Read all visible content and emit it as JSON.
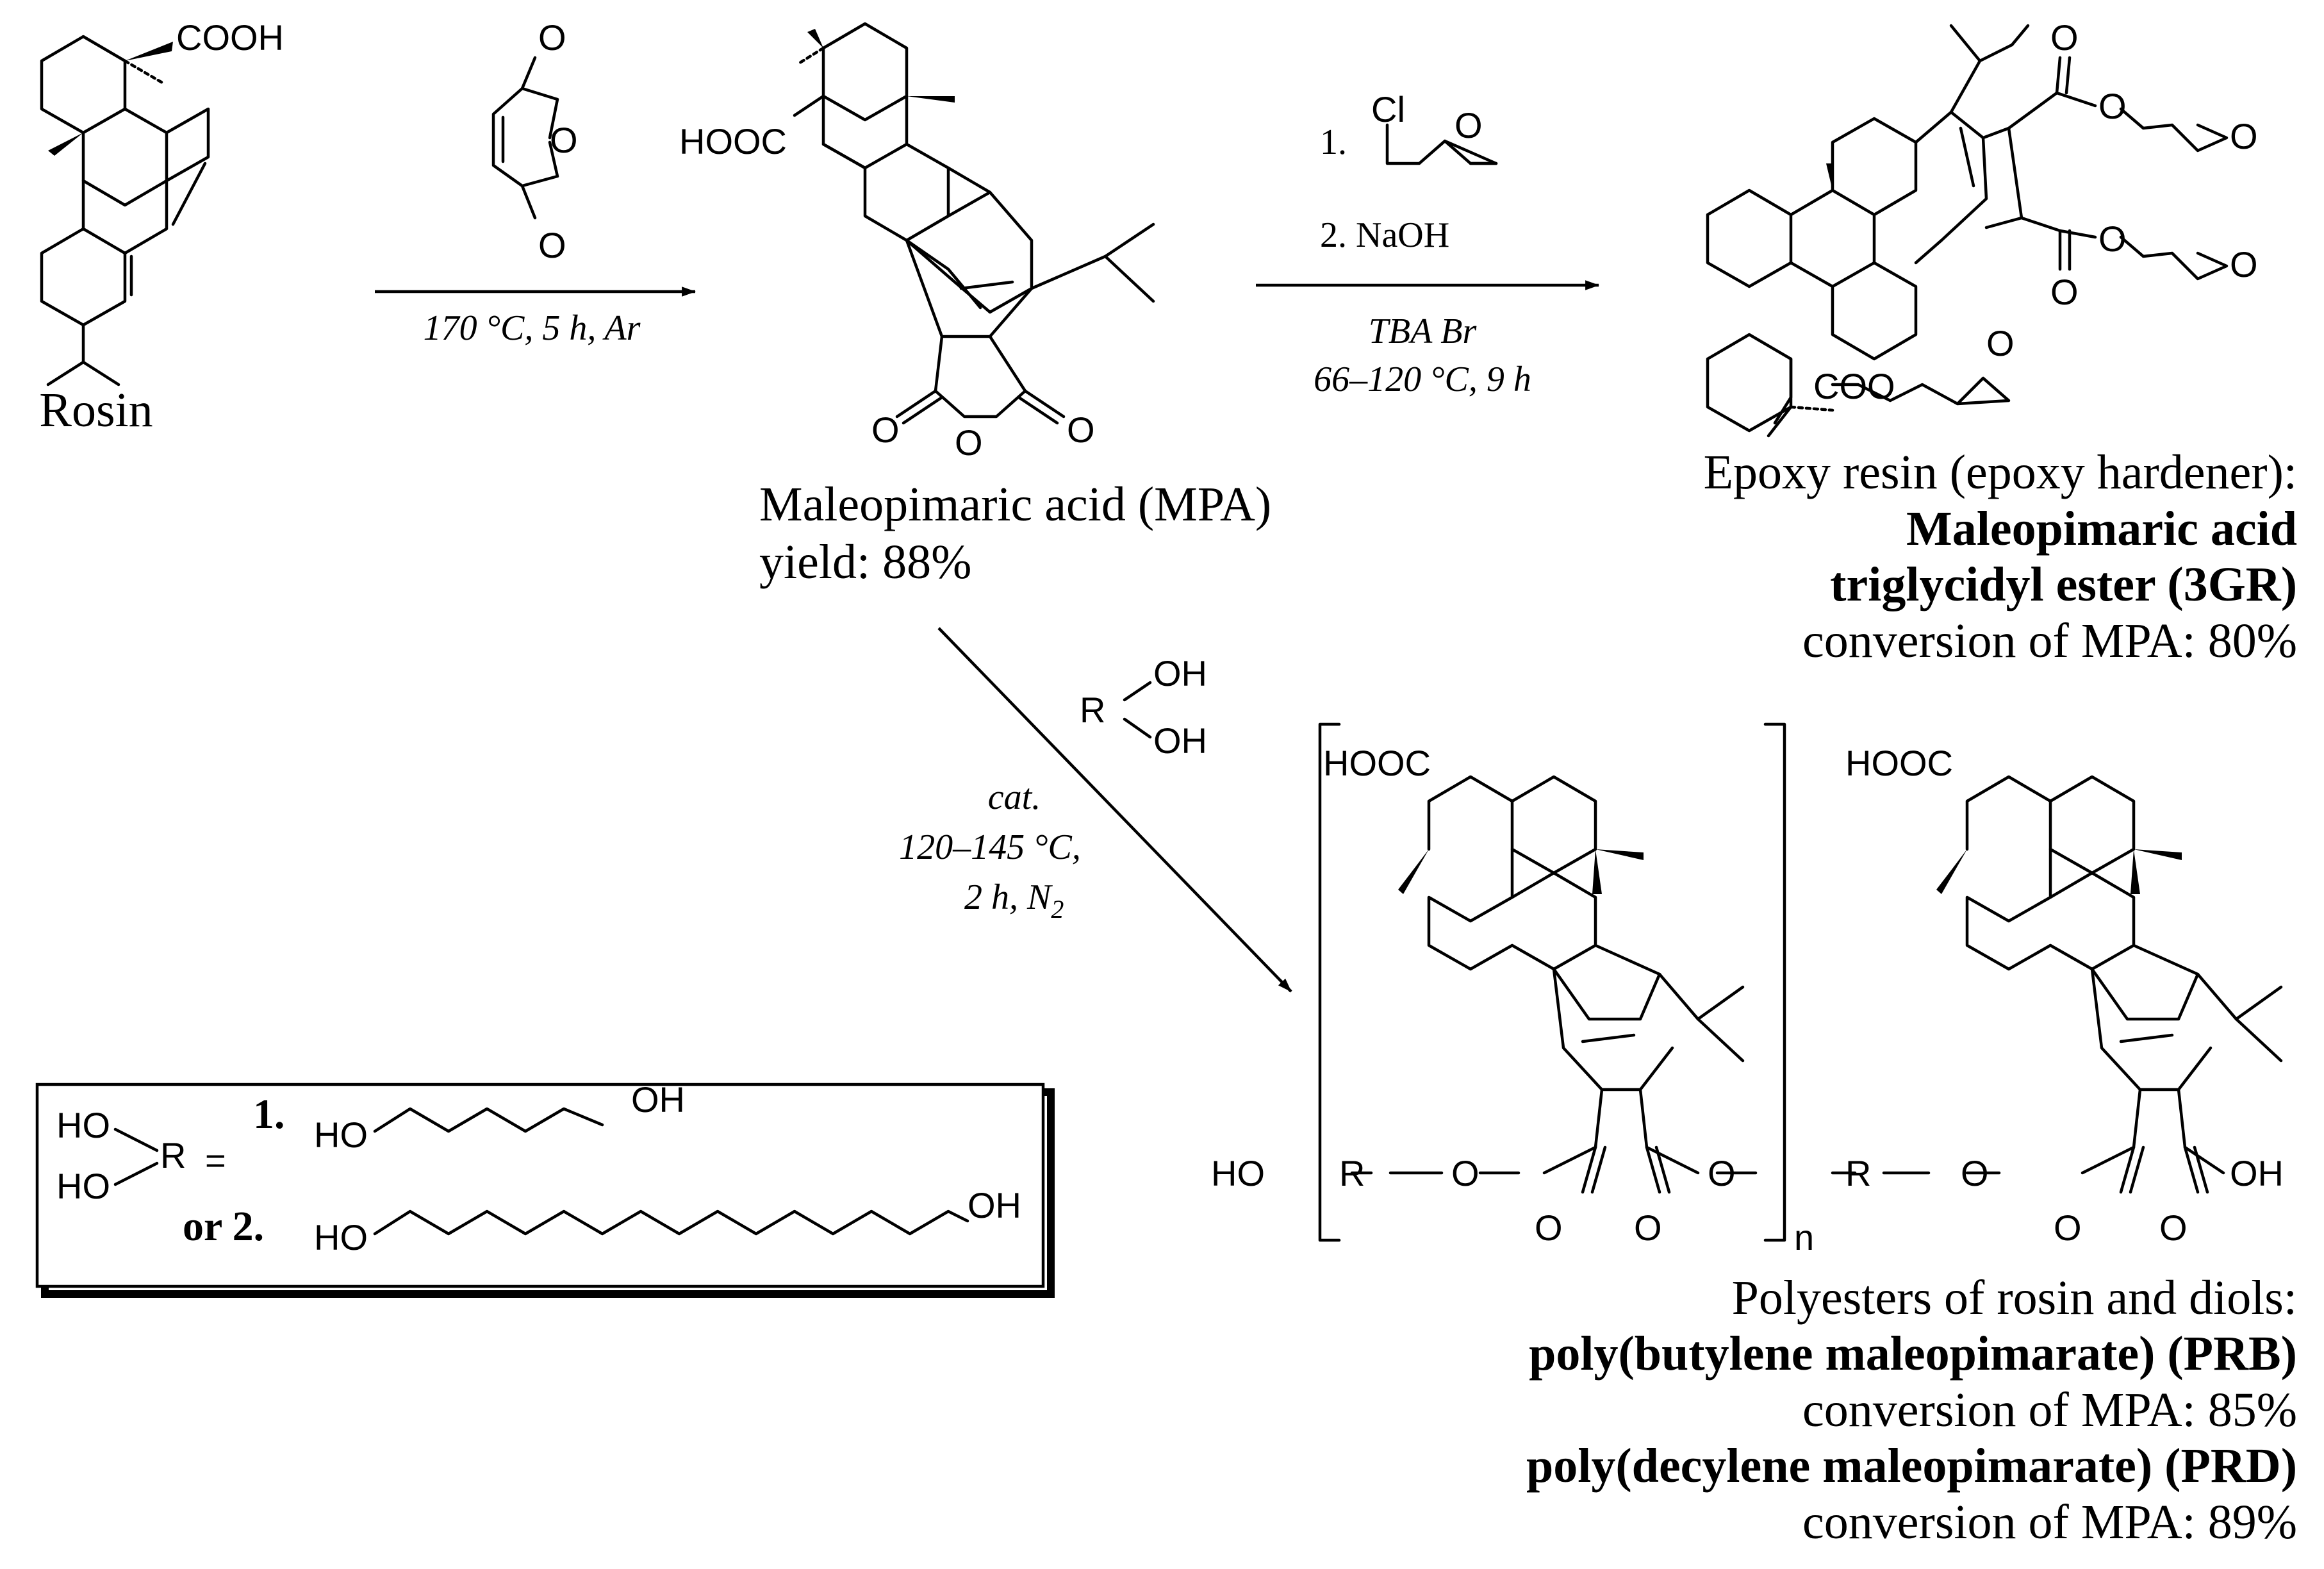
{
  "reagents": {
    "maleic_O1": "O",
    "maleic_O2": "O",
    "maleic_O3": "O",
    "step1_conditions": "170 °C, 5 h, Ar",
    "step2_reagent1_num": "1.",
    "step2_reagent1_Cl": "Cl",
    "step2_reagent1_O": "O",
    "step2_reagent2": "2. NaOH",
    "step2_conditions_1": "TBA Br",
    "step2_conditions_2": "66–120  °C, 9 h",
    "diol_R": "R",
    "diol_OH1": "OH",
    "diol_OH2": "OH",
    "step3_conditions_1": "cat.",
    "step3_conditions_2": "120–145 °C,",
    "step3_conditions_3": "2 h, N",
    "step3_conditions_sub": "2"
  },
  "rosin": {
    "cooh": "COOH",
    "caption": "Rosin"
  },
  "mpa": {
    "hooc": "HOOC",
    "o_left": "O",
    "o_ring": "O",
    "o_right": "O",
    "caption": "Maleopimaric acid (MPA)",
    "yield": "yield: 88%"
  },
  "epoxy": {
    "o_ester1": "O",
    "o_ester2": "O",
    "o_carbonyl1": "O",
    "o_carbonyl2": "O",
    "o_epox1": "O",
    "o_epox2": "O",
    "o_epox3": "O",
    "coo": "COO",
    "caption_1": "Epoxy resin (epoxy hardener):",
    "caption_2": "Maleopimaric acid",
    "caption_3": "triglycidyl ester (3GR)",
    "caption_4": "conversion of MPA: 80%"
  },
  "polyester": {
    "hooc_1": "HOOC",
    "hooc_2": "HOOC",
    "ho": "HO",
    "r_1": "R",
    "r_2": "R",
    "o_1": "O",
    "o_2": "O",
    "o_3": "O",
    "o_c1": "O",
    "o_c2": "O",
    "o_c3": "O",
    "o_c4": "O",
    "oh_end": "OH",
    "n": "n",
    "caption_1": "Polyesters of rosin and diols:",
    "caption_2": "poly(butylene maleopimarate) (PRB)",
    "caption_3": "conversion of MPA: 85%",
    "caption_4": "poly(decylene maleopimarate) (PRD)",
    "caption_5": "conversion of MPA: 89%"
  },
  "legend": {
    "ho_1": "HO",
    "ho_2": "HO",
    "r": "R",
    "equals": "=",
    "num_1": "1.",
    "num_2": "or 2.",
    "diol1_ho": "HO",
    "diol1_oh": "OH",
    "diol2_ho": "HO",
    "diol2_oh": "OH"
  }
}
